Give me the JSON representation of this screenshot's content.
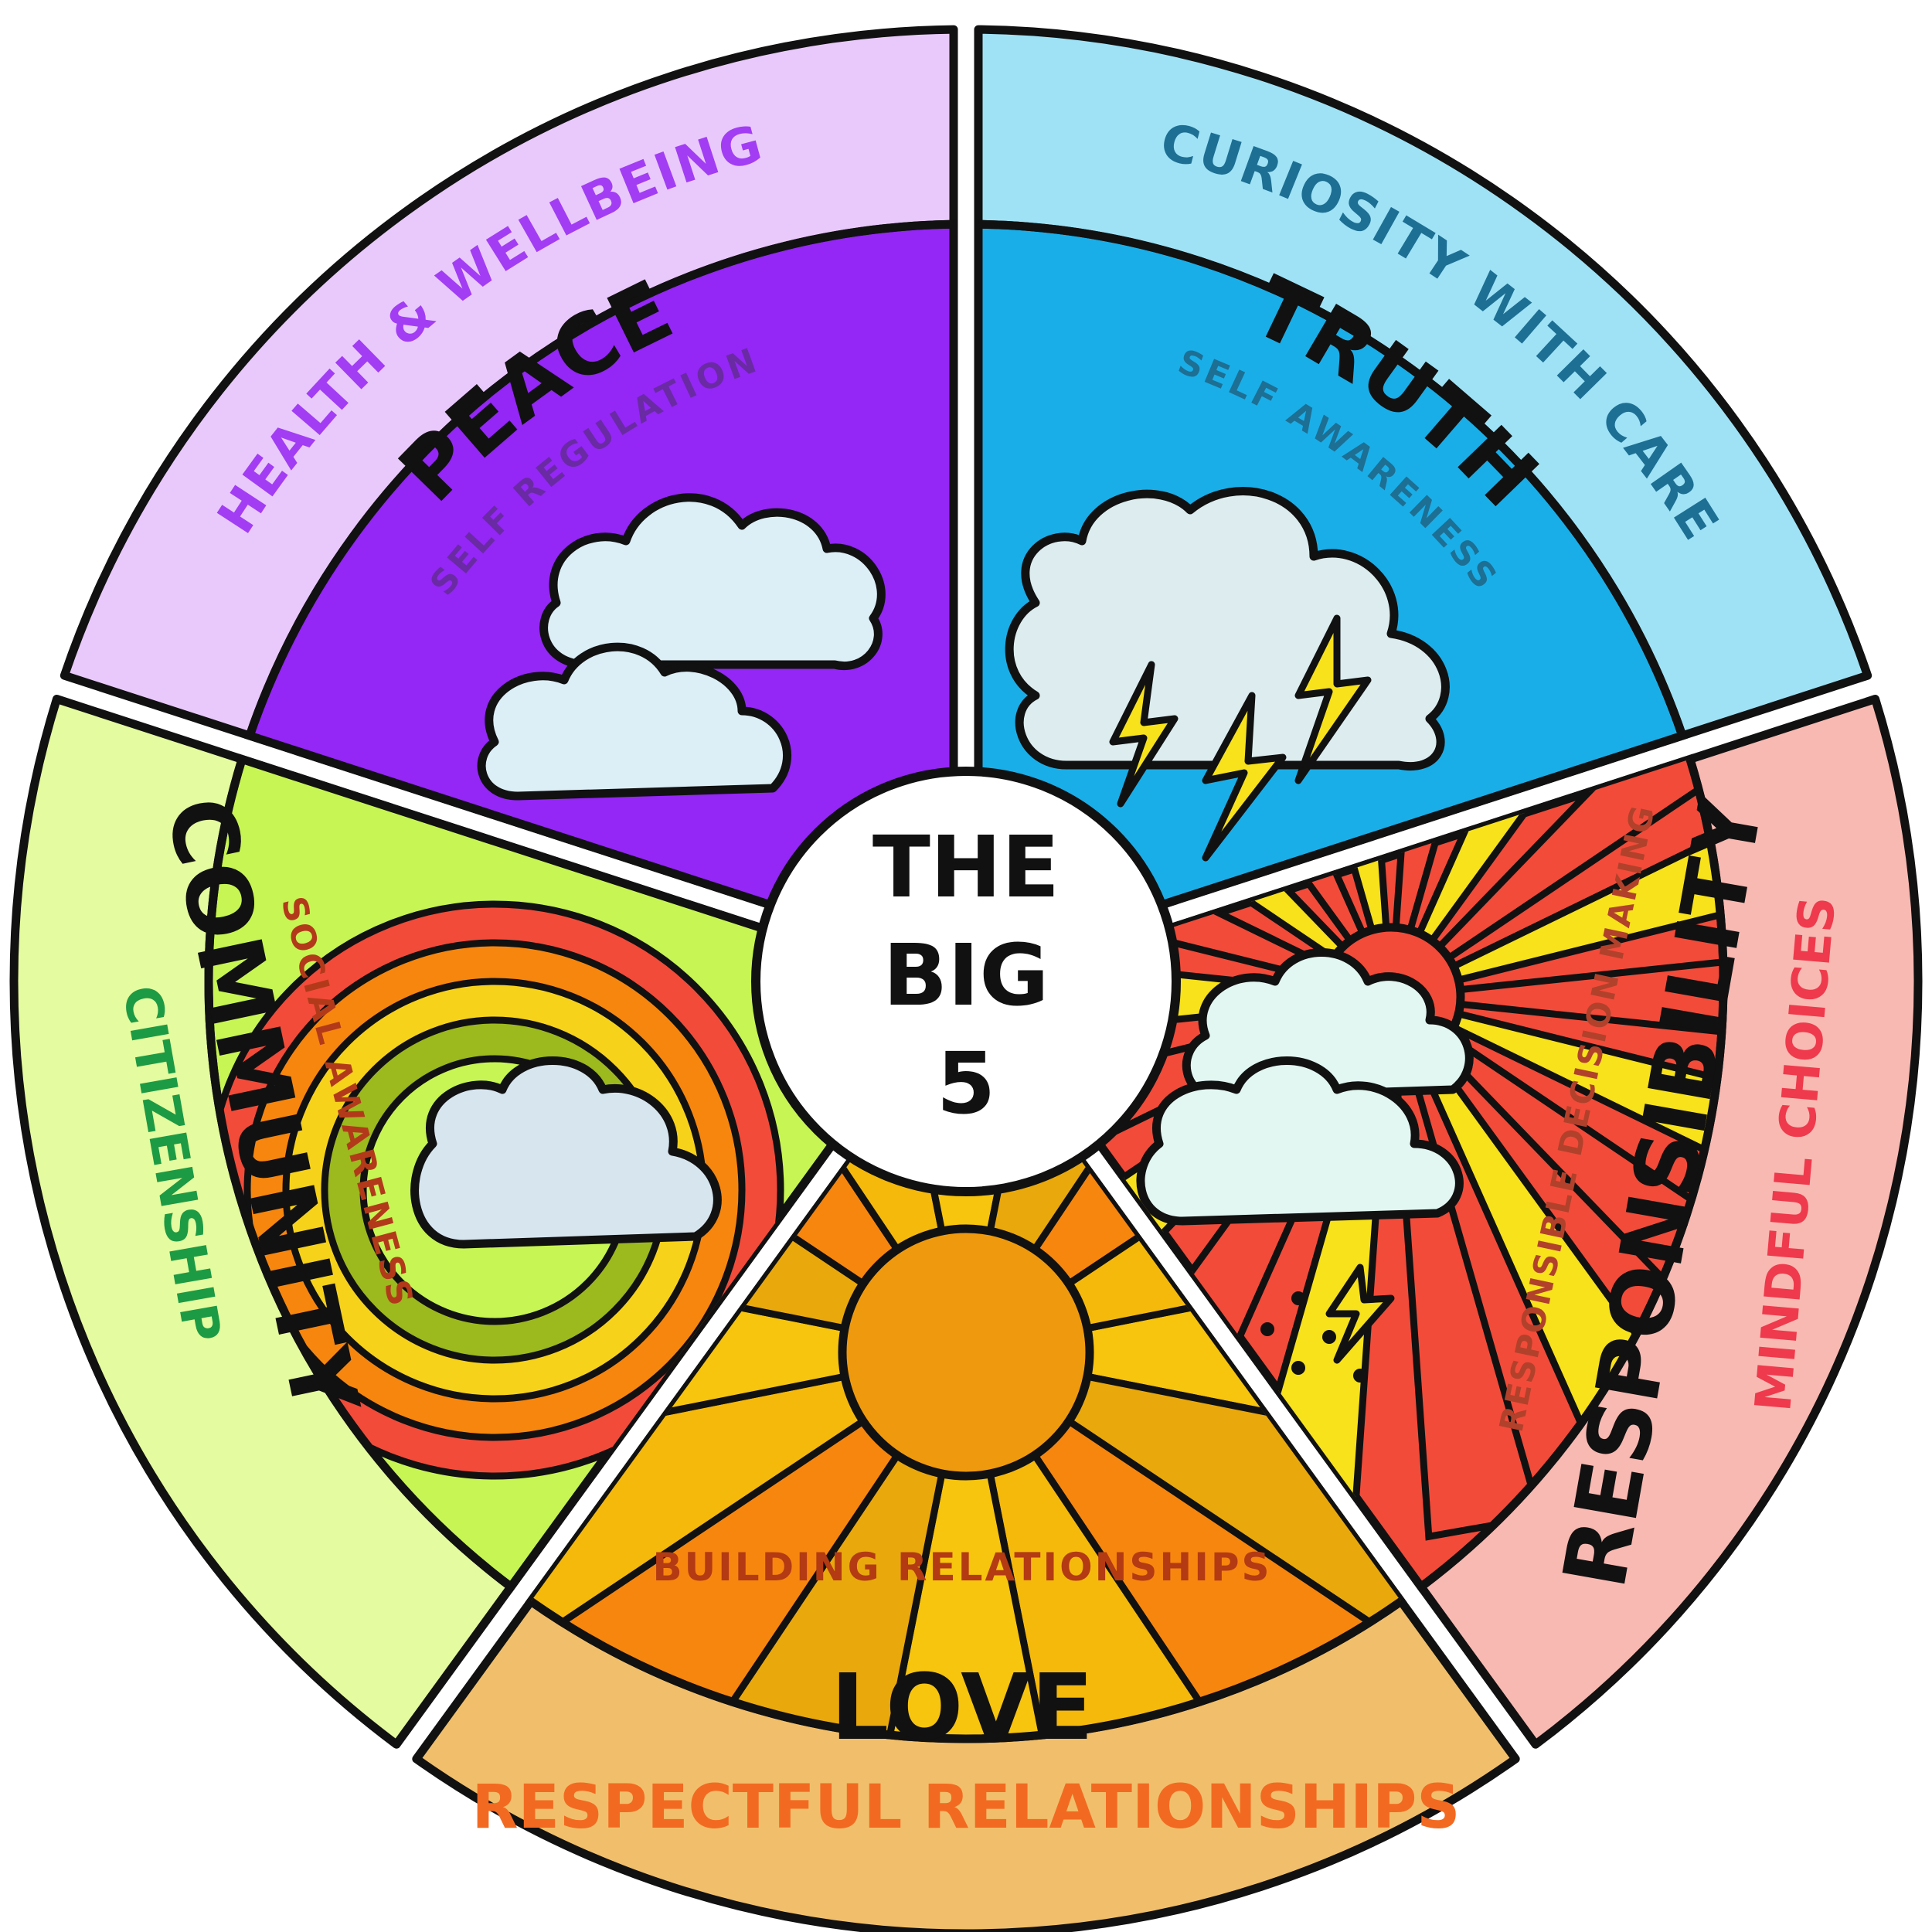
{
  "center": {
    "line1": "THE",
    "line2": "BIG",
    "line3": "5"
  },
  "segments": {
    "peace": {
      "outer_label": "HEALTH & WELLBEING",
      "title": "PEACE",
      "inner_label": "SELF REGULATION",
      "colors": {
        "band": "#e9c9fb",
        "inner": "#9426f6",
        "outer_text": "#a23df3",
        "inner_text": "#6a2aa3"
      }
    },
    "truth": {
      "outer_label": "CURIOSITY WITH CARE",
      "title": "TRUTH",
      "inner_label": "SELF AWARENESS",
      "colors": {
        "band": "#9fe2f6",
        "inner": "#1aaee8",
        "outer_text": "#1d6f93",
        "inner_text": "#1d6f93"
      }
    },
    "responsibility": {
      "outer_label": "MINDFUL CHOICES",
      "title": "RESPONSIBILITY",
      "inner_label": "RESPONSIBLE DECISION MAKING",
      "colors": {
        "band": "#f8b9b2",
        "inner": "#f24b3a",
        "outer_text": "#ee3a4c",
        "inner_text": "#b1412b"
      }
    },
    "love": {
      "outer_label": "RESPECTFUL RELATIONSHIPS",
      "title": "LOVE",
      "inner_label": "BUILDING RELATIONSHIPS",
      "colors": {
        "band": "#f1bf6b",
        "inner": "#f7860e",
        "outer_text": "#f26a21",
        "inner_text": "#b33a13"
      }
    },
    "community": {
      "outer_label": "CITIZENSHIP",
      "title": "COMMUNITY",
      "inner_label": "SOCIAL AWARENESS",
      "colors": {
        "band": "#e4fb9f",
        "inner": "#c7f554",
        "outer_text": "#1d9a44",
        "inner_text": "#b23a1a"
      }
    }
  },
  "icons": {
    "peace": "clouds-icon",
    "truth": "storm-cloud-lightning-icon",
    "responsibility": "sun-clouds-rain-icon",
    "love": "sun-rays-icon",
    "community": "rainbow-cloud-icon"
  }
}
